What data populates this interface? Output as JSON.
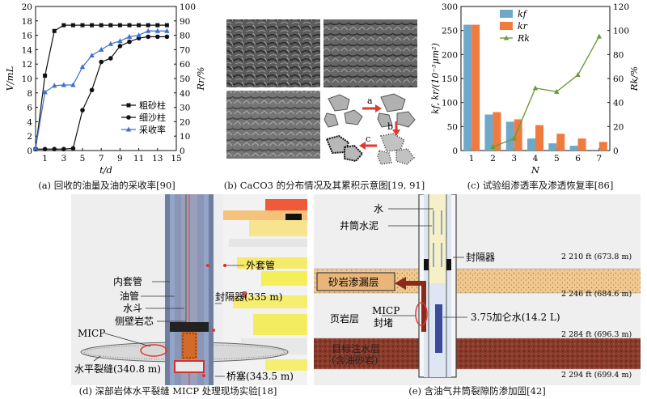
{
  "panel_a": {
    "caption": "(a) 回收的油量及油的采收率[90]",
    "chart_data": {
      "type": "line",
      "title": "",
      "xlabel": "t/d",
      "ylabel": "V/mL",
      "ylabel_right": "Rr/%",
      "x_ticks": [
        1,
        3,
        5,
        7,
        9,
        11,
        13,
        15
      ],
      "y_ticks": [
        0,
        2,
        4,
        6,
        8,
        10,
        12,
        14,
        16,
        18,
        20
      ],
      "y2_ticks": [
        0,
        10,
        20,
        30,
        40,
        50,
        60,
        70,
        80,
        90,
        100
      ],
      "xlim": [
        0,
        15
      ],
      "ylim": [
        0,
        20
      ],
      "y2lim": [
        0,
        100
      ],
      "x": [
        0,
        1,
        2,
        3,
        4,
        5,
        6,
        7,
        8,
        9,
        10,
        11,
        12,
        13,
        14
      ],
      "series": [
        {
          "name": "粗砂柱",
          "axis": "left",
          "marker": "square",
          "color": "#111111",
          "values": [
            0.2,
            10.4,
            16.6,
            17.4,
            17.4,
            17.4,
            17.4,
            17.4,
            17.4,
            17.4,
            17.4,
            17.4,
            17.4,
            17.4,
            17.4
          ]
        },
        {
          "name": "细沙柱",
          "axis": "left",
          "marker": "circle",
          "color": "#111111",
          "values": [
            0.2,
            0.2,
            0.2,
            0.2,
            0.3,
            5.6,
            8.4,
            12.3,
            12.8,
            14.5,
            15.1,
            15.6,
            15.8,
            15.8,
            15.8
          ]
        },
        {
          "name": "采收率",
          "axis": "right",
          "marker": "triangle",
          "color": "#3d6fd4",
          "values": [
            1.5,
            40.5,
            45.0,
            45.5,
            45.5,
            58.0,
            66.0,
            70.0,
            74.0,
            76.0,
            79.0,
            80.0,
            83.0,
            83.0,
            83.0
          ]
        }
      ],
      "legend": {
        "position": "bottom-right"
      }
    }
  },
  "panel_b": {
    "caption": "(b) CaCO3 的分布情况及其累积示意图[19, 91]",
    "labels": {
      "a": "a",
      "b": "b",
      "c": "c"
    }
  },
  "panel_c": {
    "caption": "(c) 试验组渗透率及渗透恢复率[86]",
    "chart_data": {
      "type": "bar",
      "xlabel": "N",
      "ylabel": "kf, kr/(10⁻³μm²)",
      "ylabel_right": "Rk/%",
      "categories": [
        "1",
        "2",
        "3",
        "4",
        "5",
        "6",
        "7"
      ],
      "ylim": [
        0,
        300
      ],
      "y2lim": [
        0,
        120
      ],
      "y_ticks": [
        0,
        50,
        100,
        150,
        200,
        250,
        300
      ],
      "y2_ticks": [
        0,
        20,
        40,
        60,
        80,
        100,
        120
      ],
      "series": [
        {
          "name": "kf",
          "type": "bar",
          "color": "#6fa8c8",
          "values": [
            262,
            75,
            60,
            25,
            15,
            10,
            0
          ]
        },
        {
          "name": "kr",
          "type": "bar",
          "color": "#f07b3f",
          "values": [
            262,
            80,
            65,
            53,
            35,
            25,
            18
          ]
        },
        {
          "name": "Rk",
          "type": "line",
          "axis": "right",
          "color": "#6b9a3a",
          "x": [
            2,
            3,
            4,
            5,
            6,
            7
          ],
          "values": [
            3,
            10,
            52,
            49,
            63,
            95
          ]
        }
      ],
      "legend": {
        "position": "top-center"
      }
    }
  },
  "panel_d": {
    "caption": "(d) 深部岩体水平裂缝 MICP 处理现场实验[18]",
    "labels": {
      "outer_casing": "外套管",
      "inner_casing": "内套管",
      "tubing": "油管",
      "bucket": "水斗",
      "core": "侧壁岩芯",
      "micp": "MICP",
      "packer": "封隔器(335 m)",
      "fracture": "水平裂缝(340.8 m)",
      "bridge_plug": "桥塞(343.5 m)"
    }
  },
  "panel_e": {
    "caption": "(e) 含油气井筒裂隙防渗加固[42]",
    "labels": {
      "water": "水",
      "cement": "井筒水泥",
      "packer": "封隔器",
      "sandstone": "砂岩渗漏层",
      "shale": "页岩层",
      "micp": "MICP",
      "seal": "封堵",
      "volume": "3.75加仑水(14.2 L)",
      "target_line1": "目标注水层",
      "target_line2": "(含油砂岩)",
      "depth1": "2 210 ft (673.8 m)",
      "depth2": "2 246 ft (684.6 m)",
      "depth3": "2 284 ft (696.3 m)",
      "depth4": "2 294 ft (699.4 m)"
    }
  }
}
